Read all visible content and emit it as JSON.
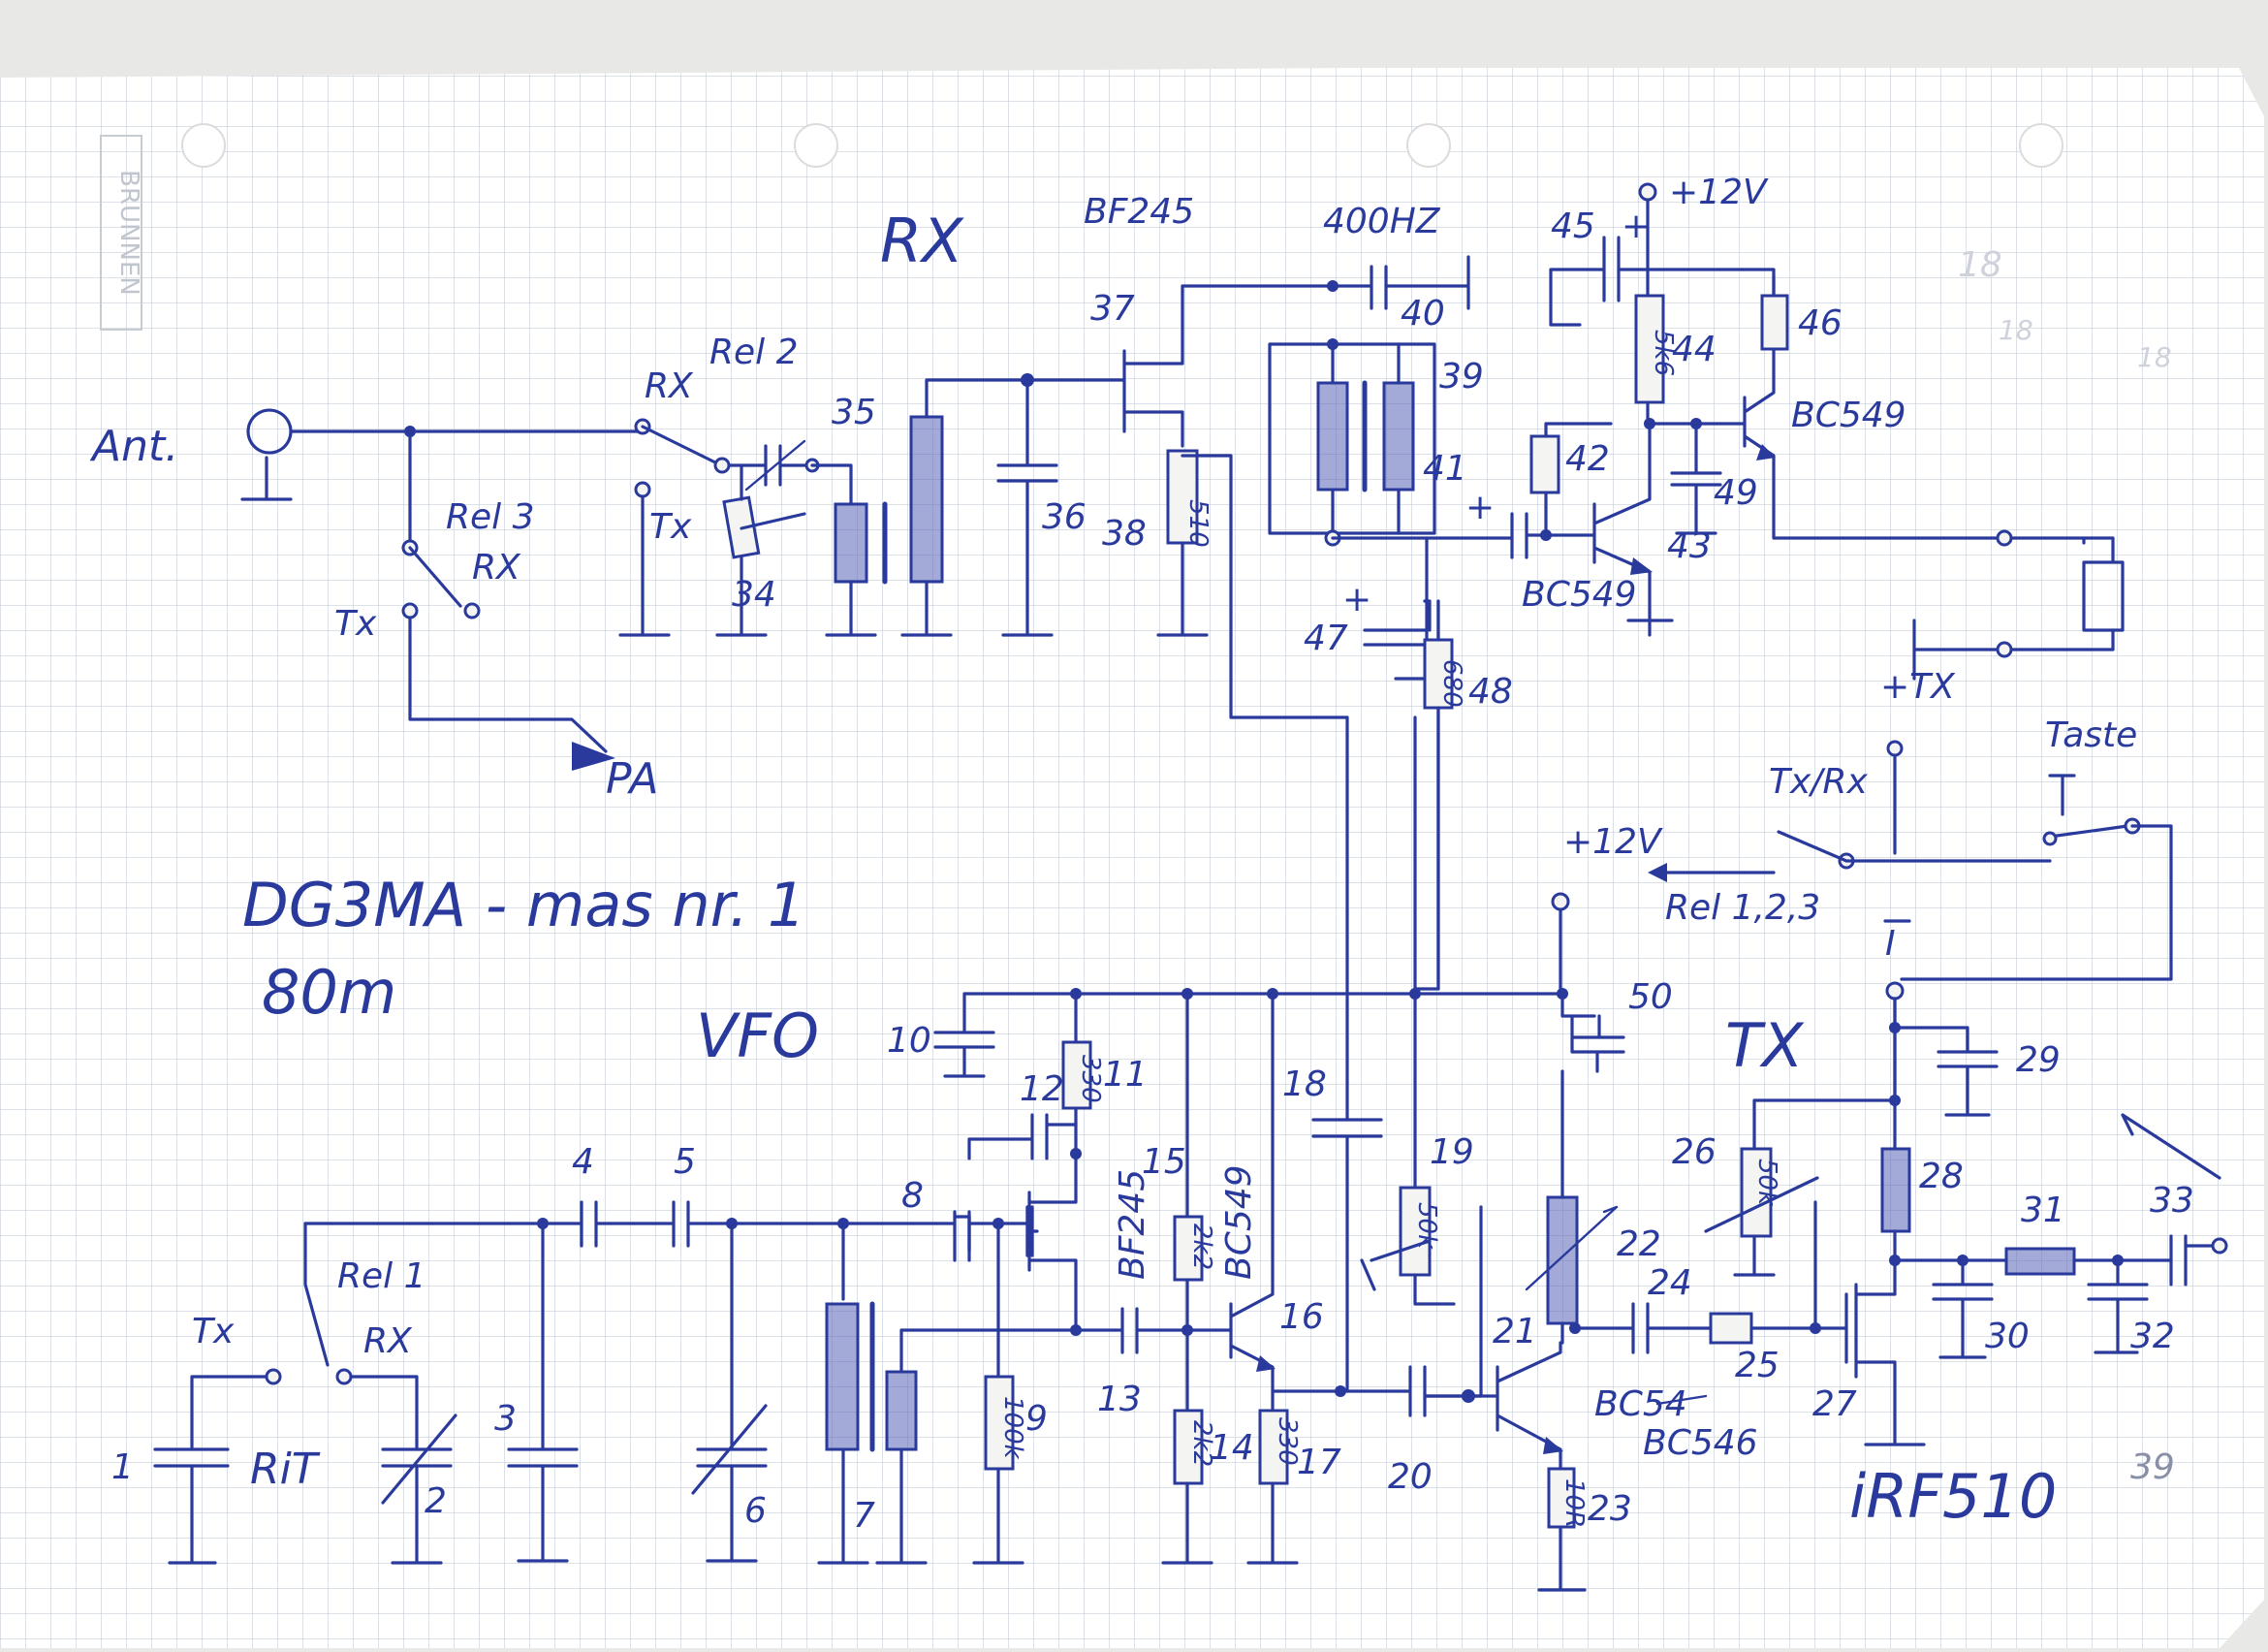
{
  "title": "DG3MA - mas nr. 1",
  "band": "80m",
  "sections": {
    "rx": "RX",
    "vfo": "VFO",
    "tx": "TX"
  },
  "brand": "BRUNNEN",
  "connectors": {
    "antenna": "Ant.",
    "pa": "PA",
    "plus12v_top": "+12V",
    "plus12v_mid": "+12V",
    "plus_tx": "+TX",
    "key": "Taste",
    "txrx_switch": "Tx/Rx",
    "relays_out": "Rel 1,2,3"
  },
  "relays": {
    "rel1": "Rel 1",
    "rel2": "Rel 2",
    "rel3": "Rel 3",
    "rx": "RX",
    "tx": "Tx",
    "rit": "RiT"
  },
  "devices": {
    "bf245_rx": "BF245",
    "bf245_vfo": "BF245",
    "bc549_a": "BC549",
    "bc549_b": "BC549",
    "bc549_vfo": "BC549",
    "bc546": "BC546",
    "bc546_struck": "BC54",
    "irf510": "iRF510",
    "filter": "400HZ"
  },
  "component_numbers": [
    "1",
    "2",
    "3",
    "4",
    "5",
    "6",
    "7",
    "8",
    "9",
    "10",
    "11",
    "12",
    "13",
    "14",
    "15",
    "16",
    "17",
    "18",
    "19",
    "20",
    "21",
    "22",
    "23",
    "24",
    "25",
    "26",
    "27",
    "28",
    "29",
    "30",
    "31",
    "32",
    "33",
    "34",
    "35",
    "36",
    "37",
    "38",
    "39",
    "40",
    "41",
    "42",
    "43",
    "44",
    "45",
    "46",
    "47",
    "48",
    "49",
    "50"
  ],
  "component_values": {
    "r38": "510",
    "r48": "680",
    "r44": "5k6",
    "r11": "330",
    "r15": "2k2",
    "r14": "2k2",
    "r17": "330",
    "r9": "100k",
    "r23": "10R",
    "p19": "50k",
    "p26": "50k"
  },
  "margin_notes": [
    "18",
    "18",
    "18",
    "39"
  ]
}
